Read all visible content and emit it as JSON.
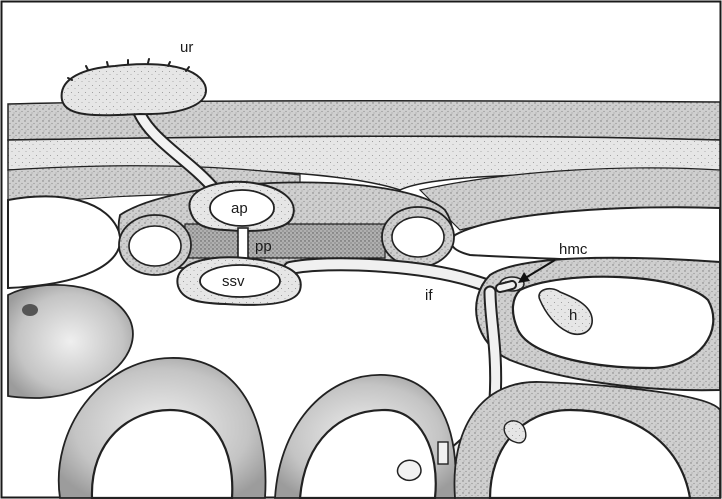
{
  "figure": {
    "labels": {
      "ur": "ur",
      "ap": "ap",
      "pp": "pp",
      "ssv": "ssv",
      "if": "if",
      "hmc": "hmc",
      "h": "h"
    },
    "colors": {
      "background": "#ffffff",
      "tissue": "#c9c9c9",
      "tissue_dark": "#9a9a9a",
      "tissue_light": "#e2e2e2",
      "line": "#1a1a1a"
    }
  }
}
